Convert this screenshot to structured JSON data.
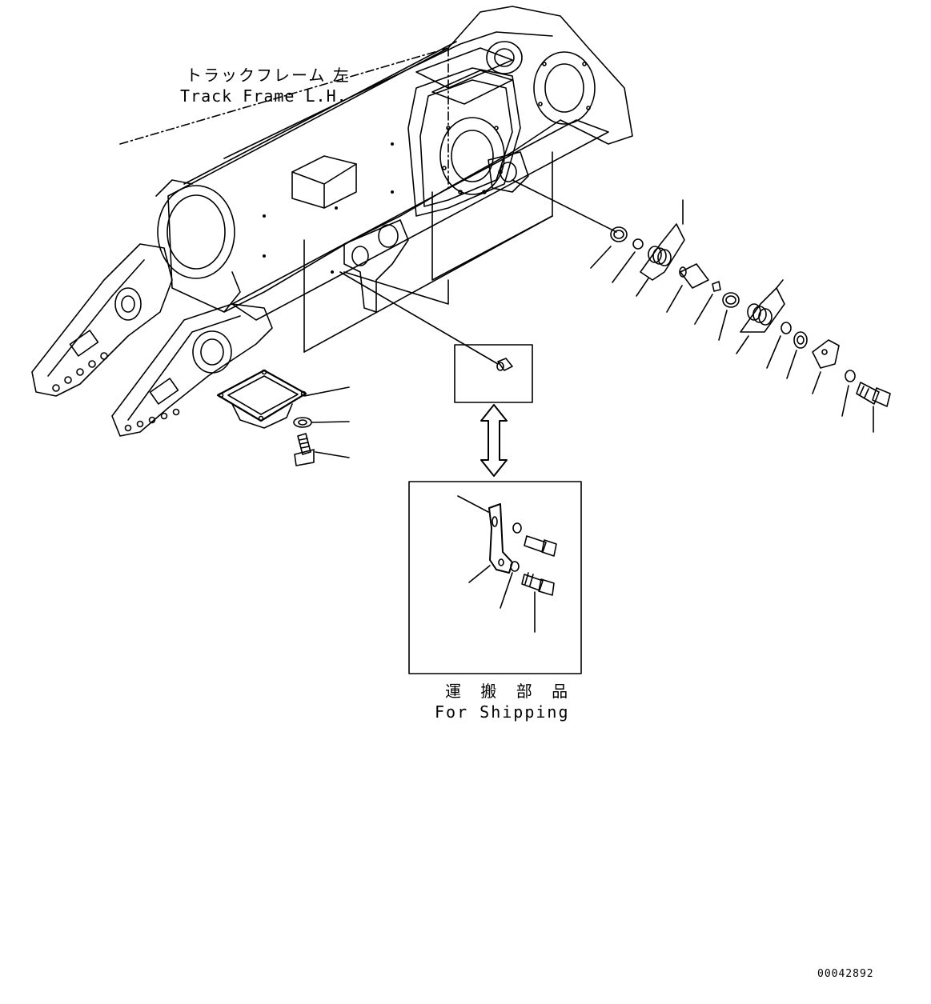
{
  "labels": {
    "track_frame_jp": "トラックフレーム 左",
    "track_frame_en": "Track Frame L.H.",
    "shipping_jp": "運 搬 部 品",
    "shipping_en": "For Shipping",
    "drawing_number": "00042892"
  },
  "colors": {
    "ink": "#000000",
    "paper": "#ffffff"
  }
}
